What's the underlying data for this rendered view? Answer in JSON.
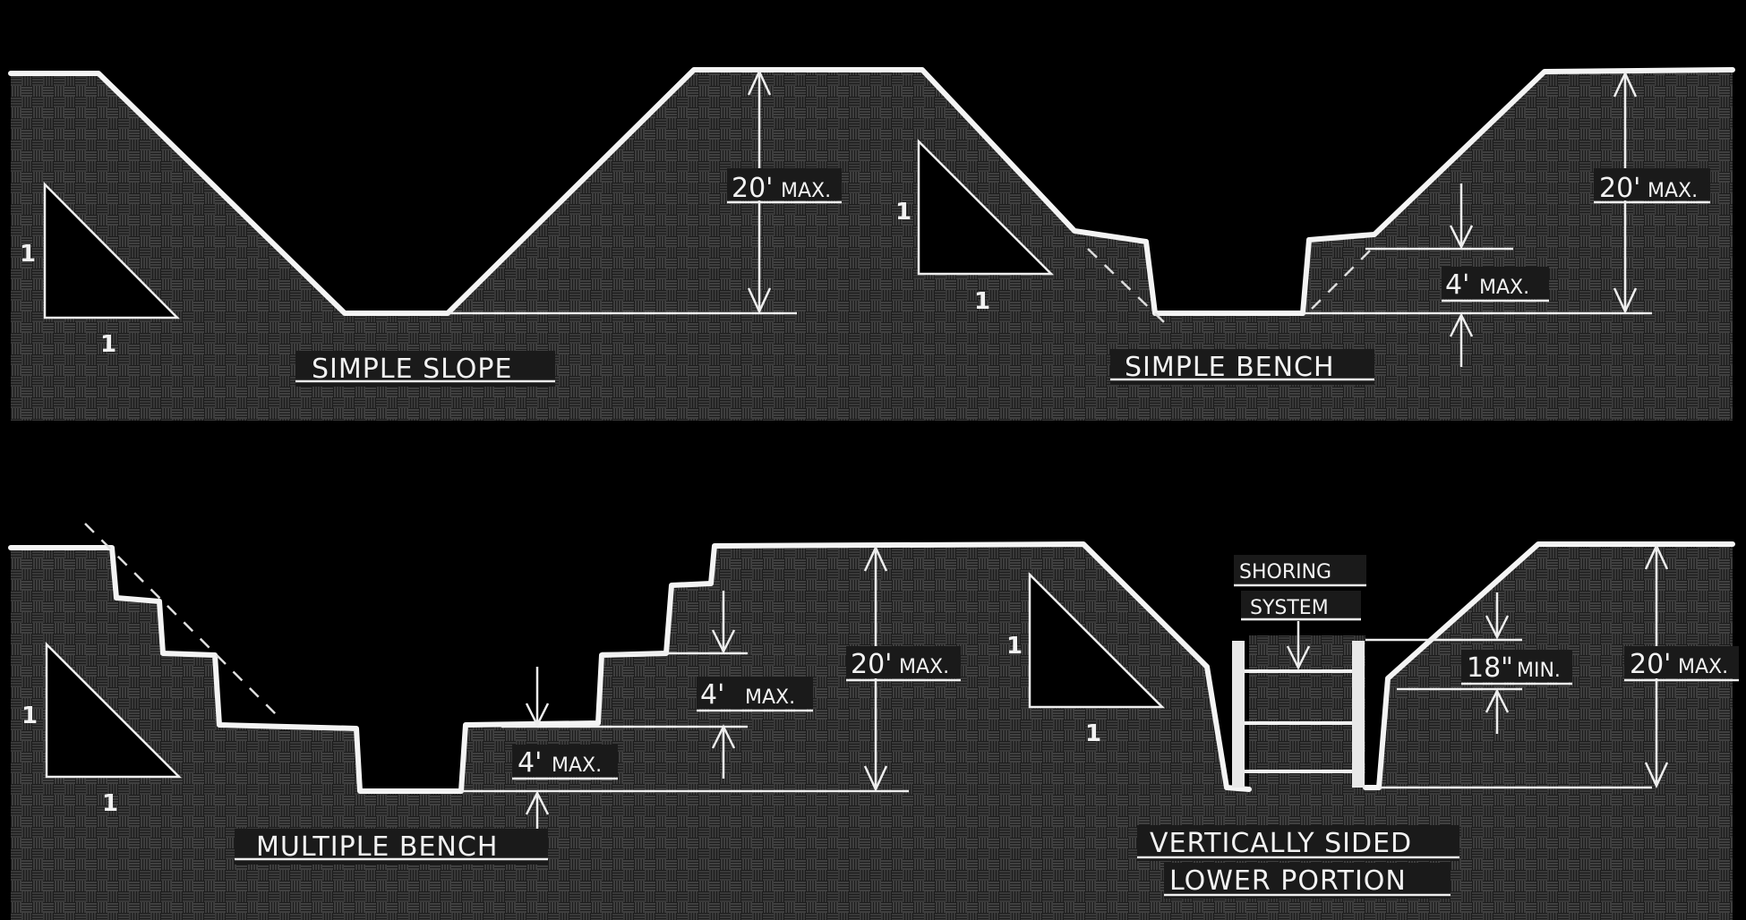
{
  "panels": {
    "simple_slope": {
      "title": "SIMPLE SLOPE",
      "ratio_v": "1",
      "ratio_h": "1",
      "height_value": "20'",
      "height_unit": "MAX."
    },
    "simple_bench": {
      "title": "SIMPLE BENCH",
      "ratio_v": "1",
      "ratio_h": "1",
      "height_value": "20'",
      "height_unit": "MAX.",
      "bench_value": "4'",
      "bench_unit": "MAX."
    },
    "multiple_bench": {
      "title": "MULTIPLE BENCH",
      "ratio_v": "1",
      "ratio_h": "1",
      "height_value": "20'",
      "height_unit": "MAX.",
      "step_value": "4'",
      "step_unit": "MAX.",
      "bottom_value": "4'",
      "bottom_unit": "MAX."
    },
    "vertically_sided": {
      "title_line1": "VERTICALLY SIDED",
      "title_line2": "LOWER PORTION",
      "ratio_v": "1",
      "ratio_h": "1",
      "shoring_line1": "SHORING",
      "shoring_line2": "SYSTEM",
      "height_value": "20'",
      "height_unit": "MAX.",
      "clearance_value": "18\"",
      "clearance_unit": "MIN."
    }
  },
  "colors": {
    "background": "#000000",
    "soil_hatch": "#2a2a2a",
    "line": "#f4f4f4"
  }
}
